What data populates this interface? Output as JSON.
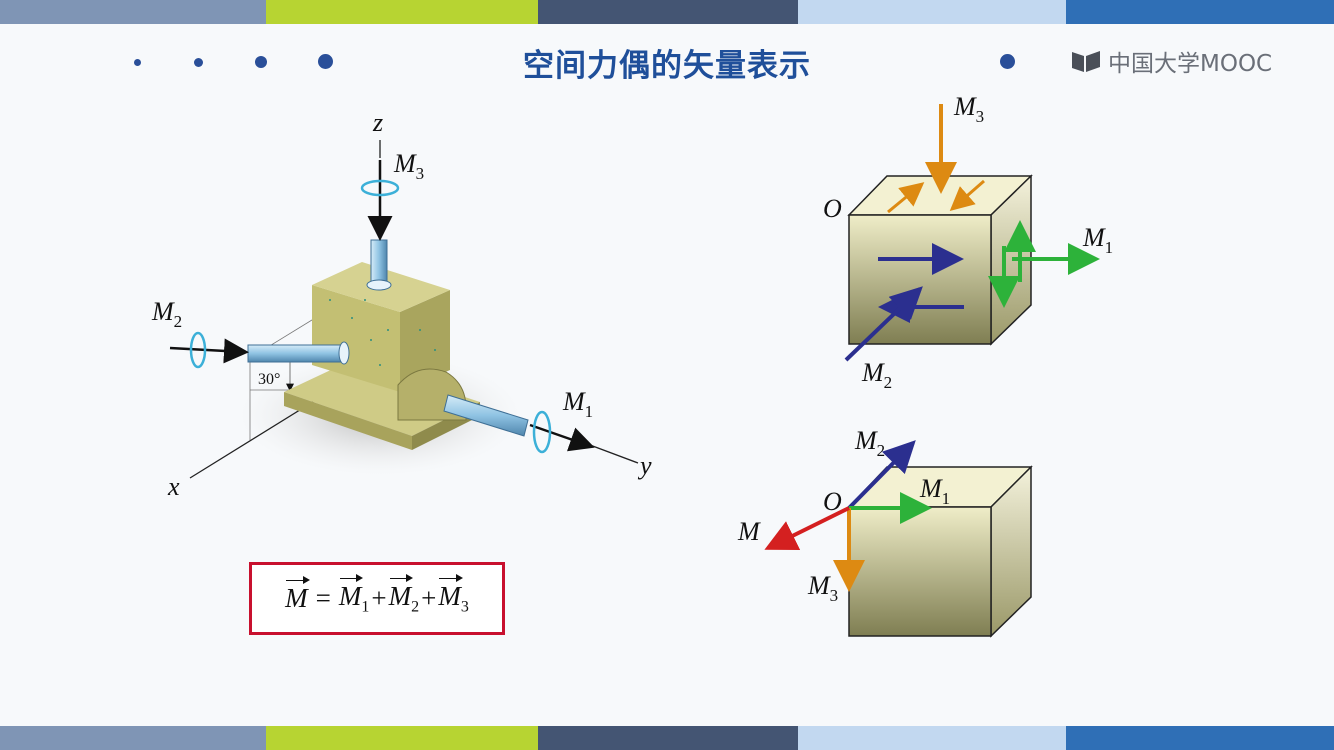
{
  "slide": {
    "title": "空间力偶的矢量表示",
    "logo_text": "中国大学MOOC",
    "stripe_colors": [
      "#7f95b5",
      "#b7d432",
      "#445573",
      "#c2d8f0",
      "#2f6fb6"
    ]
  },
  "left_figure": {
    "axis_x": "x",
    "axis_y": "y",
    "axis_z": "z",
    "angle": "30°",
    "labels": [
      "M",
      "M",
      "M"
    ],
    "subs": [
      "1",
      "2",
      "3"
    ]
  },
  "top_cube": {
    "origin": "O",
    "labels": [
      "M",
      "M",
      "M"
    ],
    "subs": [
      "1",
      "2",
      "3"
    ]
  },
  "bottom_cube": {
    "origin": "O",
    "result": "M",
    "labels": [
      "M",
      "M",
      "M"
    ],
    "subs": [
      "1",
      "2",
      "3"
    ]
  },
  "formula": {
    "lhs": "M",
    "eq": "=",
    "plus": "+",
    "terms": [
      "M",
      "M",
      "M"
    ],
    "subs": [
      "1",
      "2",
      "3"
    ]
  },
  "colors": {
    "title": "#1f4f9a",
    "m1": "#2db23a",
    "m2": "#2b2f8f",
    "m3": "#dd8a12",
    "m_result": "#d42020",
    "frame": "#c8102e",
    "body": "#bdb86a"
  }
}
